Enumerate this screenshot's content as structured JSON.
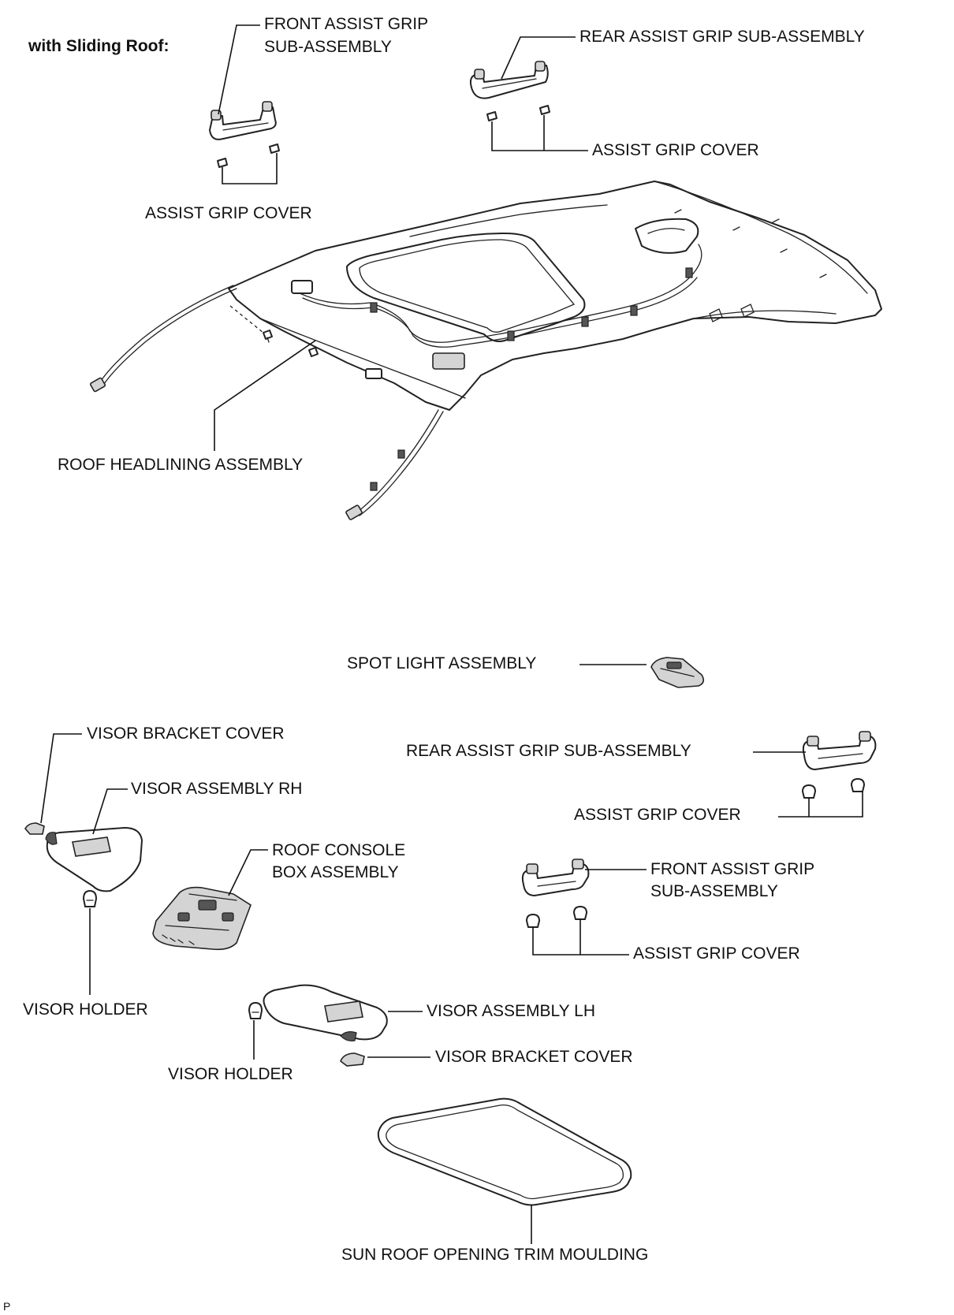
{
  "header": {
    "variant_label": "with Sliding Roof:"
  },
  "labels": {
    "front_grip_top": [
      "FRONT ASSIST GRIP",
      "SUB-ASSEMBLY"
    ],
    "rear_grip_top": "REAR ASSIST GRIP SUB-ASSEMBLY",
    "grip_cover_top_right": "ASSIST GRIP COVER",
    "grip_cover_top_left": "ASSIST GRIP COVER",
    "roof_headlining": "ROOF HEADLINING ASSEMBLY",
    "spot_light": "SPOT LIGHT ASSEMBLY",
    "visor_bracket_cover_rh": "VISOR BRACKET COVER",
    "visor_rh": "VISOR ASSEMBLY RH",
    "rear_grip_lower": "REAR ASSIST GRIP SUB-ASSEMBLY",
    "grip_cover_lower_1": "ASSIST GRIP COVER",
    "roof_console": [
      "ROOF CONSOLE",
      "BOX ASSEMBLY"
    ],
    "front_grip_lower": [
      "FRONT ASSIST GRIP",
      "SUB-ASSEMBLY"
    ],
    "grip_cover_lower_2": "ASSIST GRIP COVER",
    "visor_holder_rh": "VISOR HOLDER",
    "visor_lh": "VISOR ASSEMBLY LH",
    "visor_bracket_cover_lh": "VISOR BRACKET COVER",
    "visor_holder_lh": "VISOR HOLDER",
    "sunroof_trim": "SUN ROOF OPENING TRIM MOULDING"
  },
  "footer": {
    "page_code": "P"
  }
}
